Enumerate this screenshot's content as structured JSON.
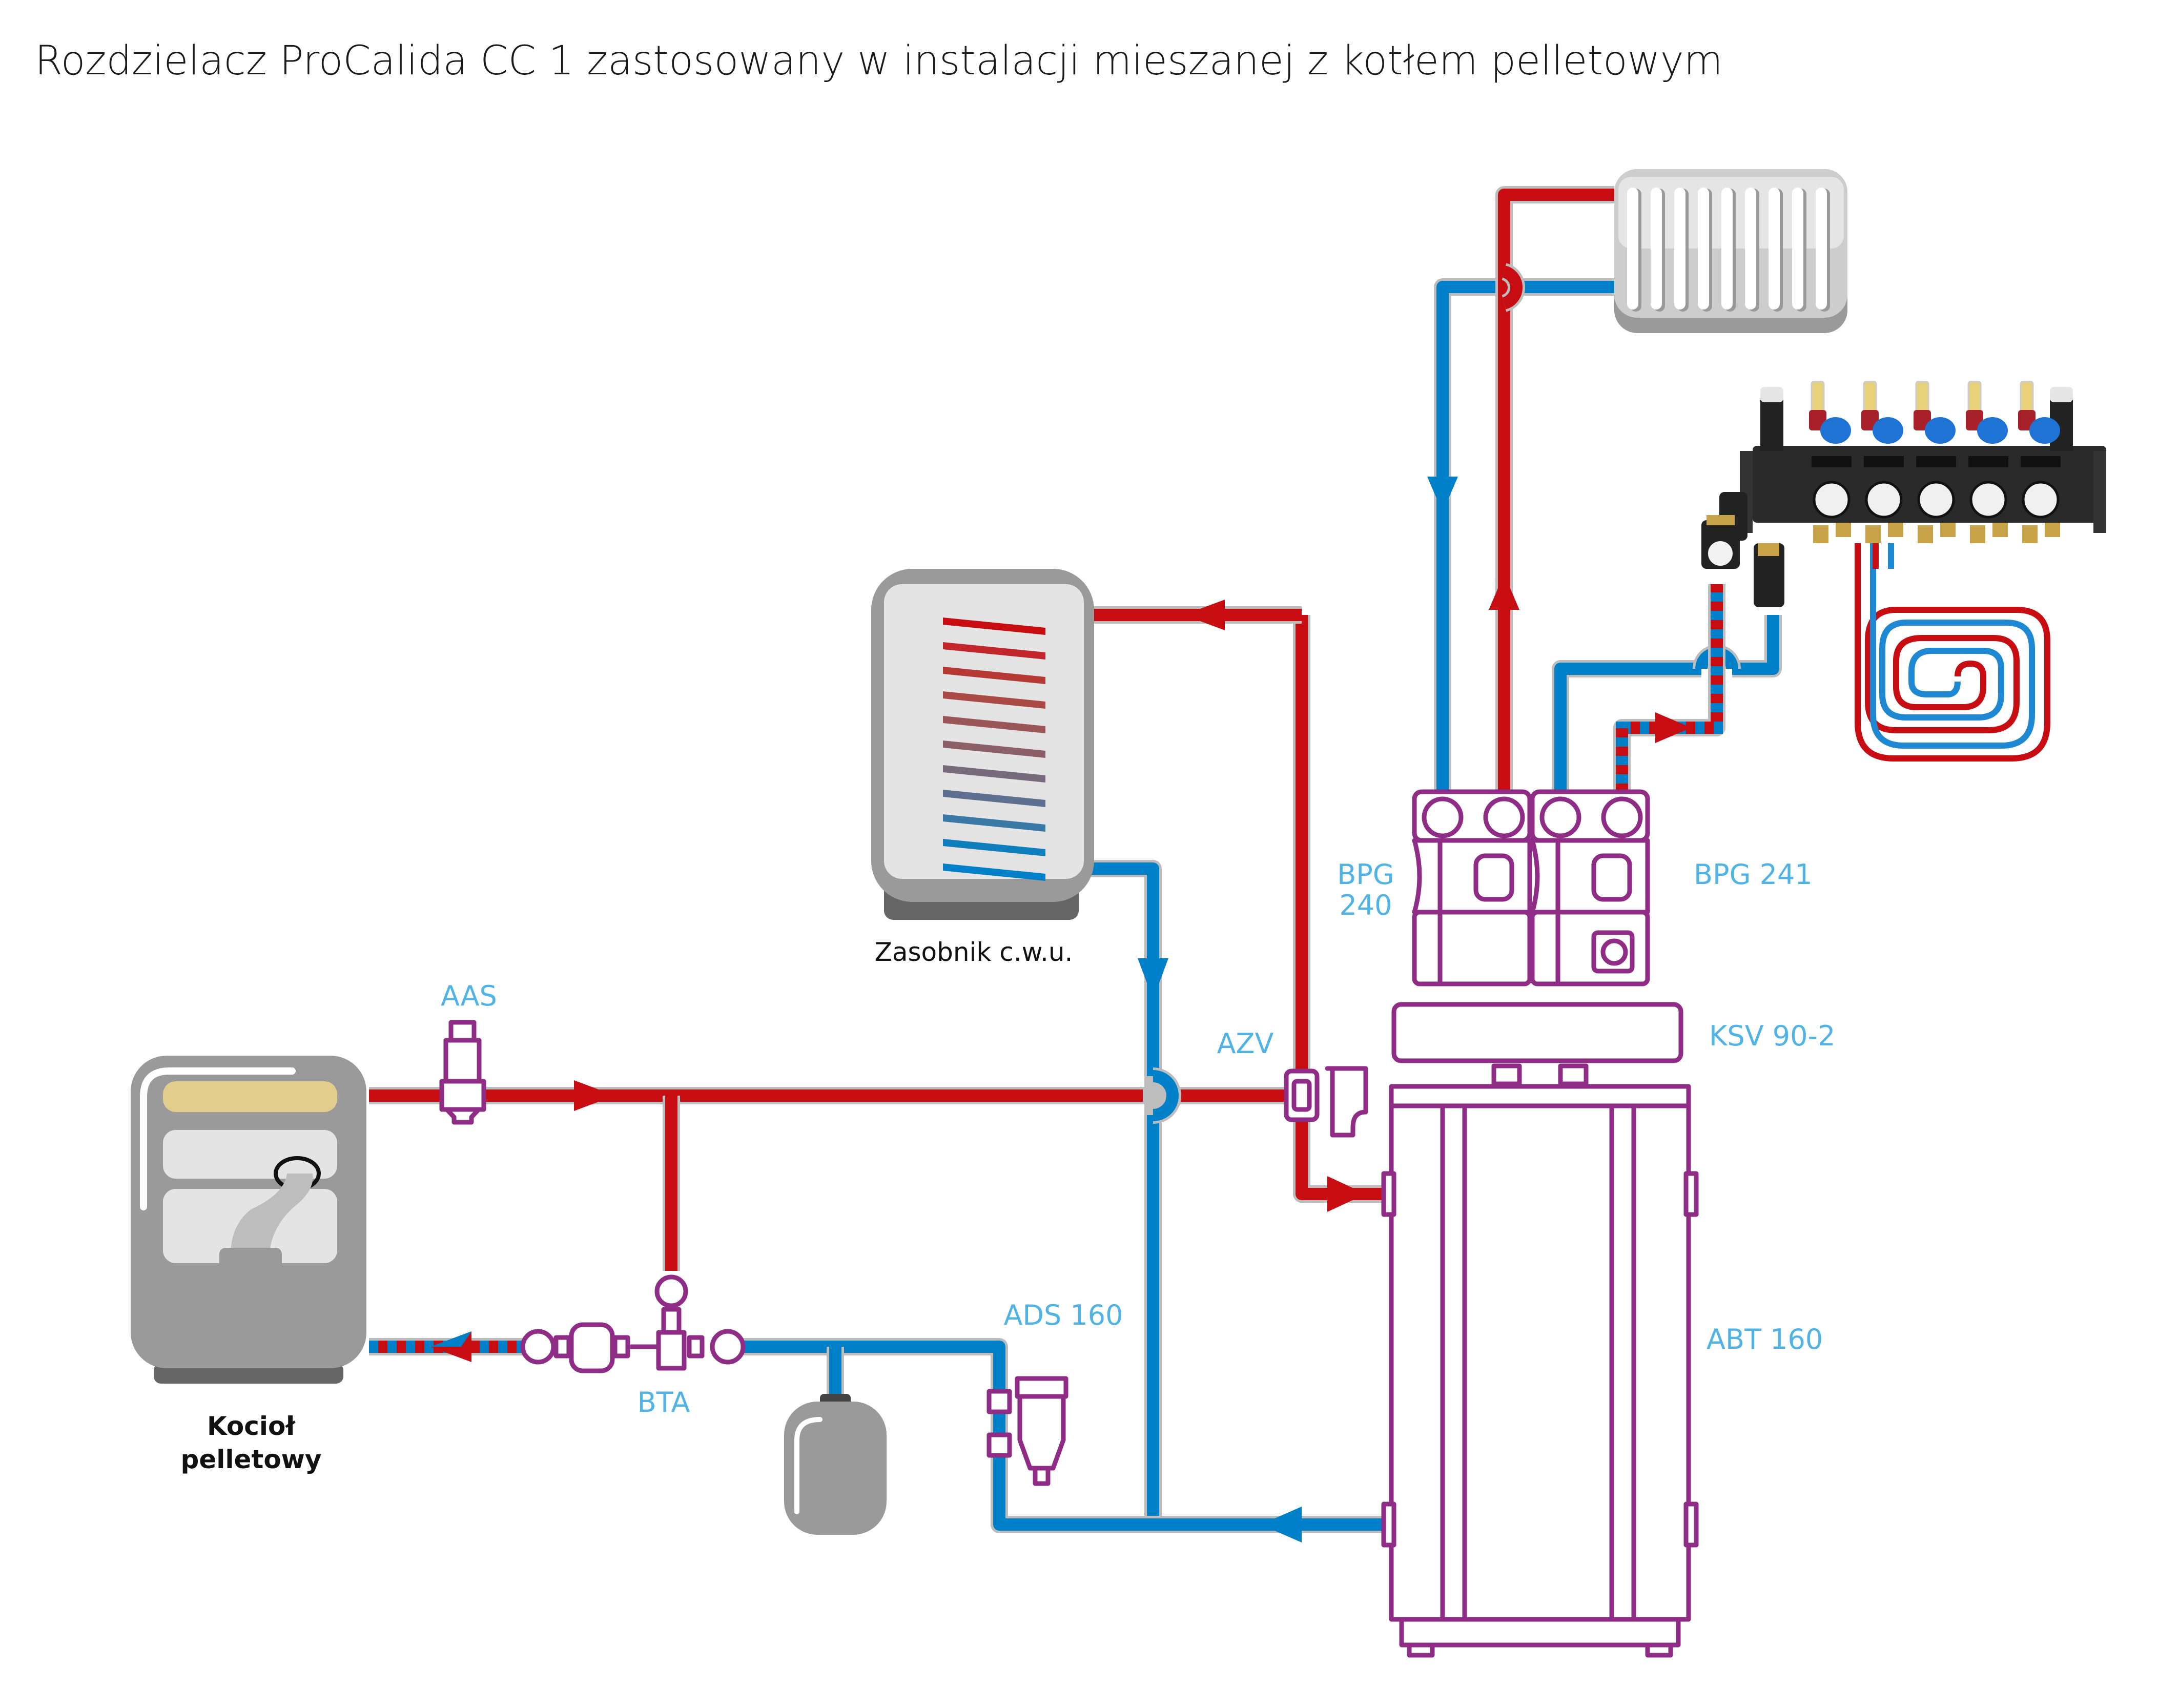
{
  "title": "Rozdzielacz ProCalida CC 1 zastosowany w instalacji mieszanej z kotłem pelletowym",
  "labels": {
    "boiler_line1": "Kocioł",
    "boiler_line2": "pelletowy",
    "dhw_tank": "Zasobnik c.w.u.",
    "aas": "AAS",
    "azv": "AZV",
    "bta": "BTA",
    "ads": "ADS 160",
    "bpg240_line1": "BPG",
    "bpg240_line2": "240",
    "bpg241": "BPG 241",
    "ksv": "KSV 90-2",
    "abt": "ABT 160"
  },
  "colors": {
    "supply_hot": "#c80d12",
    "return_cold": "#0080c9",
    "component_outline": "#8e2c86",
    "label_accent": "#4fb3e6",
    "device_gray": "#9a9a9a"
  },
  "components": [
    {
      "id": "boiler",
      "name": "Kocioł pelletowy",
      "icon": "pellet-boiler-icon"
    },
    {
      "id": "dhw",
      "name": "Zasobnik c.w.u.",
      "icon": "dhw-tank-icon"
    },
    {
      "id": "radiator",
      "name": "Radiator",
      "icon": "radiator-icon"
    },
    {
      "id": "floor-manifold",
      "name": "Floor heating manifold",
      "icon": "manifold-icon"
    },
    {
      "id": "floor-loop",
      "name": "Underfloor heating loop",
      "icon": "floor-loop-icon"
    },
    {
      "id": "expansion",
      "name": "Expansion vessel",
      "icon": "expansion-vessel-icon"
    },
    {
      "id": "aas",
      "name": "AAS",
      "icon": "air-vent-icon"
    },
    {
      "id": "azv",
      "name": "AZV",
      "icon": "zone-valve-icon"
    },
    {
      "id": "bta",
      "name": "BTA",
      "icon": "pump-group-icon"
    },
    {
      "id": "ads",
      "name": "ADS 160",
      "icon": "dirt-separator-icon"
    },
    {
      "id": "bpg240",
      "name": "BPG 240",
      "icon": "pump-group-icon"
    },
    {
      "id": "bpg241",
      "name": "BPG 241",
      "icon": "mixing-pump-group-icon"
    },
    {
      "id": "ksv",
      "name": "KSV 90-2",
      "icon": "distributor-icon"
    },
    {
      "id": "abt",
      "name": "ABT 160",
      "icon": "buffer-tank-icon"
    }
  ]
}
